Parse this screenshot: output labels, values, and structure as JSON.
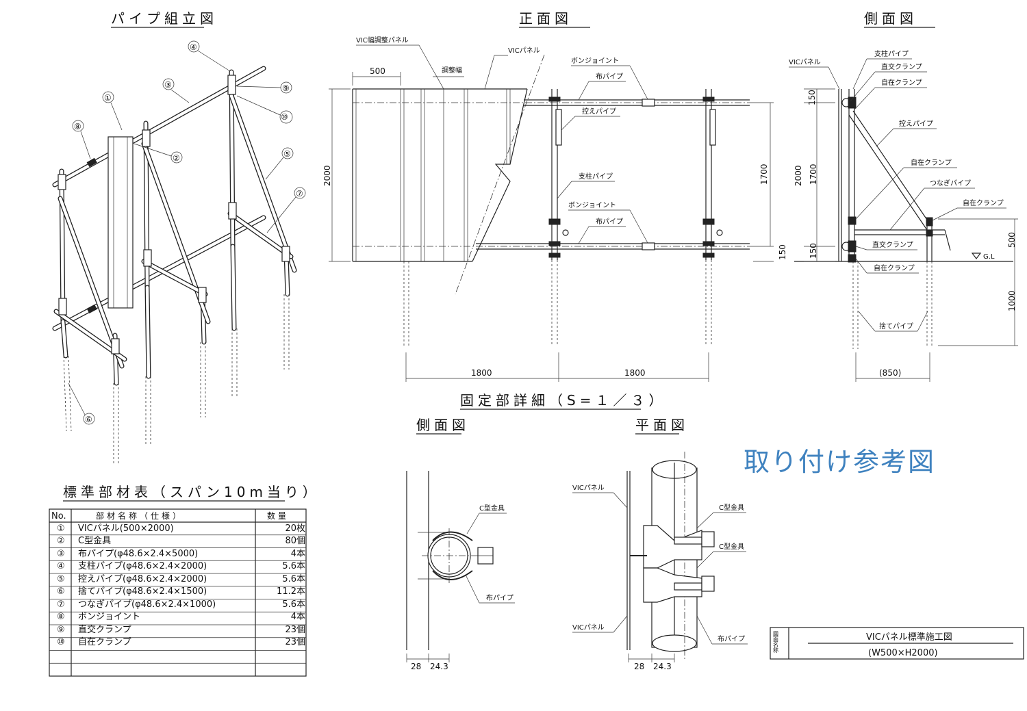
{
  "assembly": {
    "title": "パイプ組立図",
    "callouts": [
      "①",
      "②",
      "③",
      "④",
      "⑤",
      "⑥",
      "⑦",
      "⑧",
      "⑨",
      "⑩"
    ]
  },
  "front": {
    "title": "正面図",
    "labels": {
      "adjust_panel": "VIC幅調整パネル",
      "vic_panel": "VICパネル",
      "adjust_width": "調整幅",
      "bonjoint_top": "ボンジョイント",
      "nuno_top": "布パイプ",
      "hikae": "控えパイプ",
      "shichu": "支柱パイプ",
      "bonjoint_bottom": "ボンジョイント",
      "nuno_bottom": "布パイプ"
    },
    "dims": {
      "w500": "500",
      "h2000": "2000",
      "h1700": "1700",
      "h150": "150",
      "span1": "1800",
      "span2": "1800"
    }
  },
  "side": {
    "title": "側面図",
    "labels": {
      "vic_panel": "VICパネル",
      "shichu": "支柱パイプ",
      "chokko_top": "直交クランプ",
      "jizai_top": "自在クランプ",
      "hikae": "控えパイプ",
      "jizai_mid": "自在クランプ",
      "tsunagi": "つなぎパイプ",
      "jizai_right": "自在クランプ",
      "chokko_bottom": "直交クランプ",
      "jizai_bottom": "自在クランプ",
      "sute": "捨てパイプ",
      "gl": "G.L"
    },
    "dims": {
      "d150_top": "150",
      "d2000": "2000",
      "d1700": "1700",
      "d150_bottom": "150",
      "d500": "500",
      "d1000": "1000",
      "d850": "(850)"
    }
  },
  "detail": {
    "title": "固定部詳細（S=１／３）",
    "side_title": "側面図",
    "plan_title": "平面図",
    "side_labels": {
      "c_bracket": "C型金具",
      "nuno": "布パイプ",
      "d28": "28",
      "d24": "24.3"
    },
    "plan_labels": {
      "vic_top": "VICパネル",
      "c_bracket_1": "C型金具",
      "c_bracket_2": "C型金具",
      "vic_bottom": "VICパネル",
      "nuno": "布パイプ",
      "d28": "28",
      "d24": "24.3"
    }
  },
  "reference_title": "取り付け参考図",
  "parts_table": {
    "title": "標準部材表（スパン10m当り）",
    "header": {
      "no": "No.",
      "name": "部材名称（仕様）",
      "qty": "数量"
    },
    "rows": [
      {
        "no": "①",
        "name": "VICパネル(500×2000)",
        "qty": "20枚"
      },
      {
        "no": "②",
        "name": "C型金具",
        "qty": "80個"
      },
      {
        "no": "③",
        "name": "布パイプ(φ48.6×2.4×5000)",
        "qty": "4本"
      },
      {
        "no": "④",
        "name": "支柱パイプ(φ48.6×2.4×2000)",
        "qty": "5.6本"
      },
      {
        "no": "⑤",
        "name": "控えパイプ(φ48.6×2.4×2000)",
        "qty": "5.6本"
      },
      {
        "no": "⑥",
        "name": "捨てパイプ(φ48.6×2.4×1500)",
        "qty": "11.2本"
      },
      {
        "no": "⑦",
        "name": "つなぎパイプ(φ48.6×2.4×1000)",
        "qty": "5.6本"
      },
      {
        "no": "⑧",
        "name": "ボンジョイント",
        "qty": "4本"
      },
      {
        "no": "⑨",
        "name": "直交クランプ",
        "qty": "23個"
      },
      {
        "no": "⑩",
        "name": "自在クランプ",
        "qty": "23個"
      },
      {
        "no": "",
        "name": "",
        "qty": ""
      },
      {
        "no": "",
        "name": "",
        "qty": ""
      }
    ]
  },
  "title_block": {
    "label": "図面名称",
    "line1": "VICパネル標準施工図",
    "line2": "(W500×H2000)"
  },
  "colors": {
    "reference_title": "#3f82bf",
    "line": "#222222"
  }
}
